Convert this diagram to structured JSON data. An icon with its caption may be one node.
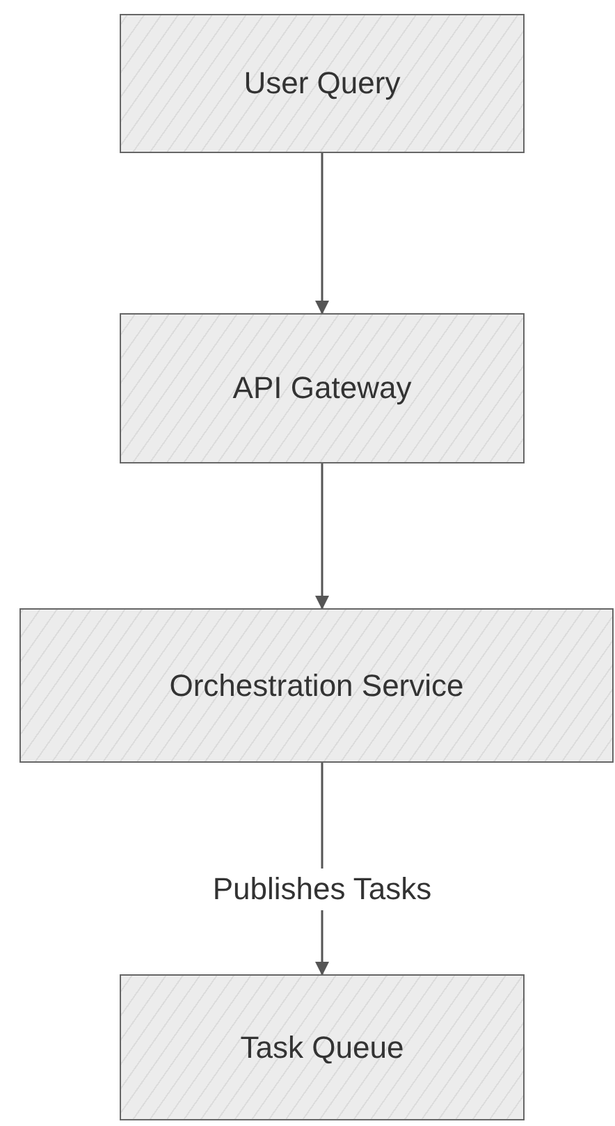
{
  "diagram": {
    "nodes": [
      {
        "text": [
          "User Query"
        ]
      },
      {
        "text": [
          "API Gateway"
        ]
      },
      {
        "text": [
          "Orchestration Service"
        ]
      },
      {
        "text": [
          "Task Queue"
        ]
      }
    ],
    "edges": [
      {
        "from": 0,
        "to": 1,
        "arrow": "to"
      },
      {
        "from": 1,
        "to": 2,
        "arrow": "to"
      },
      {
        "from": 2,
        "to": 3,
        "arrow": "to",
        "label": "Publishes Tasks"
      }
    ]
  }
}
